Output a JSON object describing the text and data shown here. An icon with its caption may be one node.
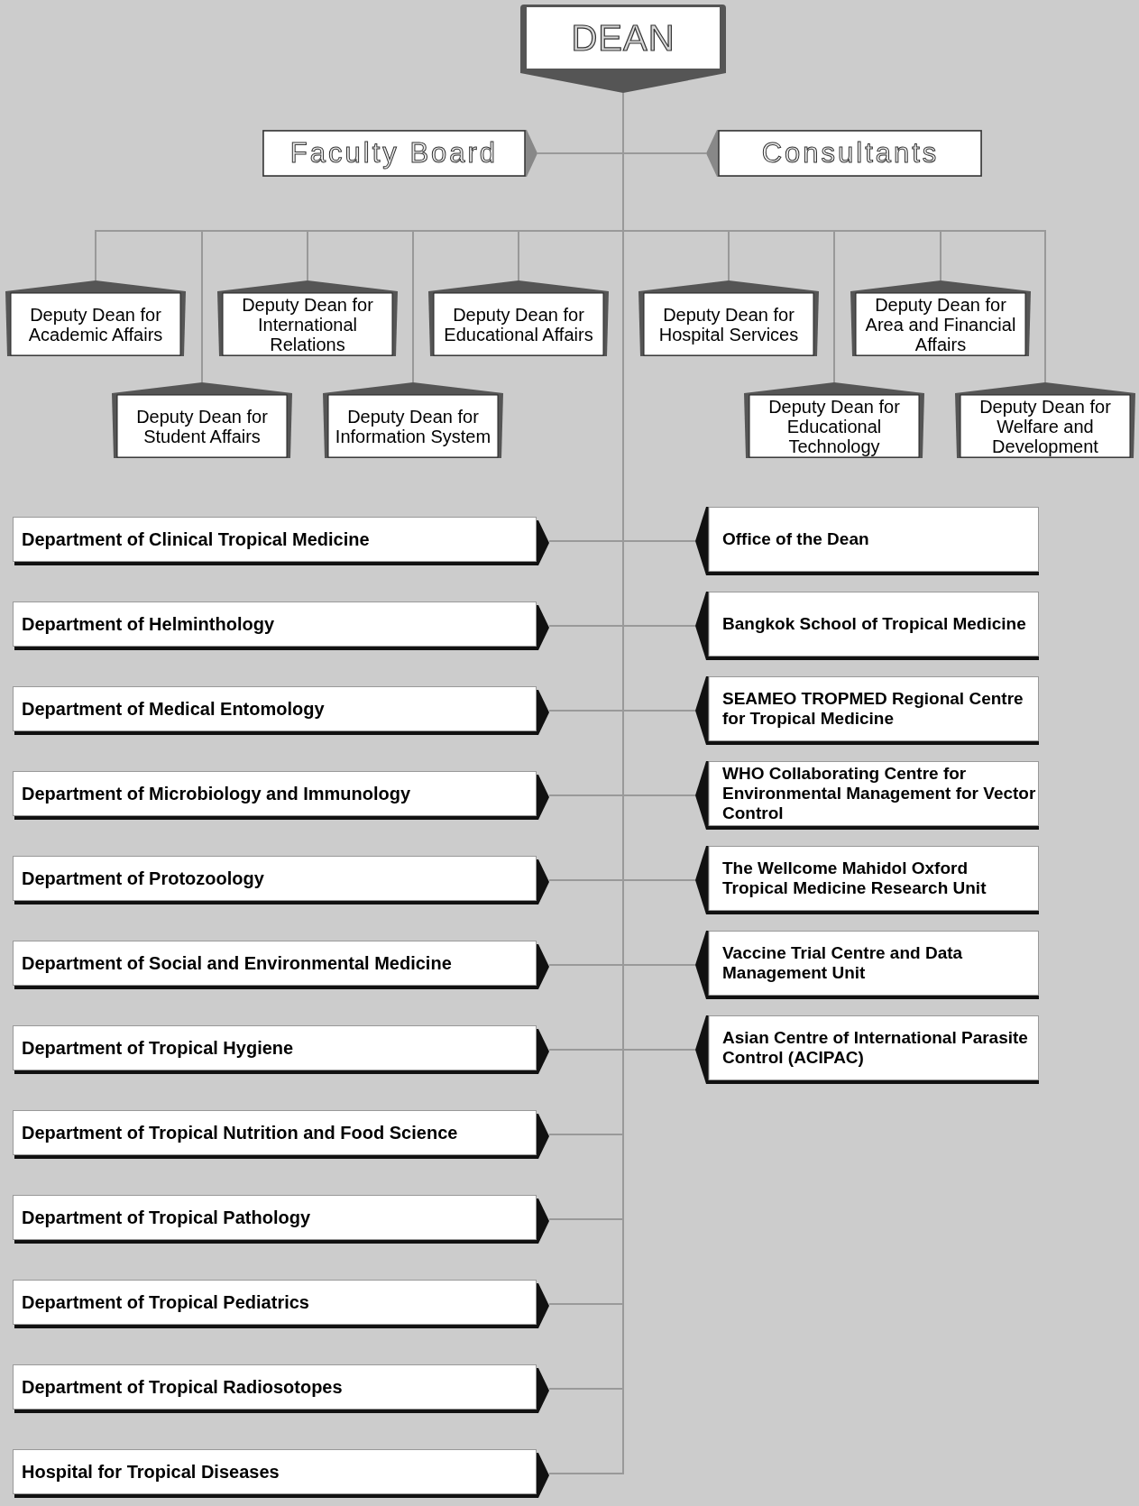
{
  "diagram": {
    "nodes": [
      {
        "text": [
          "DEAN"
        ]
      },
      {
        "text": [
          "Faculty Board"
        ]
      },
      {
        "text": [
          "Consultants"
        ]
      },
      {
        "text": [
          "Deputy Dean for Academic Affairs"
        ]
      },
      {
        "text": [
          "Deputy Dean for International Relations"
        ]
      },
      {
        "text": [
          "Deputy Dean for Educational Affairs"
        ]
      },
      {
        "text": [
          "Deputy Dean for Hospital Services"
        ]
      },
      {
        "text": [
          "Deputy Dean for Area and Financial Affairs"
        ]
      },
      {
        "text": [
          "Deputy Dean for Student Affairs"
        ]
      },
      {
        "text": [
          "Deputy Dean for Information System"
        ]
      },
      {
        "text": [
          "Deputy Dean for Educational Technology"
        ]
      },
      {
        "text": [
          "Deputy Dean for Welfare and Development"
        ]
      },
      {
        "text": [
          "Department of Clinical Tropical Medicine"
        ]
      },
      {
        "text": [
          "Department of Helminthology"
        ]
      },
      {
        "text": [
          "Department of Medical Entomology"
        ]
      },
      {
        "text": [
          "Department of Microbiology and Immunology"
        ]
      },
      {
        "text": [
          "Department of Protozoology"
        ]
      },
      {
        "text": [
          "Department of Social and Environmental Medicine"
        ]
      },
      {
        "text": [
          "Department of Tropical Hygiene"
        ]
      },
      {
        "text": [
          "Department of Tropical Nutrition and Food Science"
        ]
      },
      {
        "text": [
          "Department of Tropical Pathology"
        ]
      },
      {
        "text": [
          "Department of Tropical Pediatrics"
        ]
      },
      {
        "text": [
          "Department of Tropical Radiosotopes"
        ]
      },
      {
        "text": [
          "Hospital for Tropical Diseases"
        ]
      },
      {
        "text": [
          "Office of the Dean"
        ]
      },
      {
        "text": [
          "Bangkok School of Tropical Medicine"
        ]
      },
      {
        "text": [
          "SEAMEO TROPMED Regional Centre for Tropical Medicine"
        ]
      },
      {
        "text": [
          "WHO Collaborating Centre for Environmental Management for Vector Control"
        ]
      },
      {
        "text": [
          "The Wellcome Mahidol Oxford Tropical Medicine Research Unit"
        ]
      },
      {
        "text": [
          "Vaccine Trial Centre and Data Management Unit"
        ]
      },
      {
        "text": [
          "Asian Centre of International Parasite Control (ACIPAC)"
        ]
      }
    ],
    "edges": [
      {
        "from": 0,
        "to": 1,
        "arrow": "none"
      },
      {
        "from": 0,
        "to": 2,
        "arrow": "none"
      },
      {
        "from": 0,
        "to": 3,
        "arrow": "none"
      },
      {
        "from": 0,
        "to": 4,
        "arrow": "none"
      },
      {
        "from": 0,
        "to": 5,
        "arrow": "none"
      },
      {
        "from": 0,
        "to": 6,
        "arrow": "none"
      },
      {
        "from": 0,
        "to": 7,
        "arrow": "none"
      },
      {
        "from": 0,
        "to": 8,
        "arrow": "none"
      },
      {
        "from": 0,
        "to": 9,
        "arrow": "none"
      },
      {
        "from": 0,
        "to": 10,
        "arrow": "none"
      },
      {
        "from": 0,
        "to": 11,
        "arrow": "none"
      },
      {
        "from": 0,
        "to": 12,
        "arrow": "none"
      },
      {
        "from": 0,
        "to": 13,
        "arrow": "none"
      },
      {
        "from": 0,
        "to": 14,
        "arrow": "none"
      },
      {
        "from": 0,
        "to": 15,
        "arrow": "none"
      },
      {
        "from": 0,
        "to": 16,
        "arrow": "none"
      },
      {
        "from": 0,
        "to": 17,
        "arrow": "none"
      },
      {
        "from": 0,
        "to": 18,
        "arrow": "none"
      },
      {
        "from": 0,
        "to": 19,
        "arrow": "none"
      },
      {
        "from": 0,
        "to": 20,
        "arrow": "none"
      },
      {
        "from": 0,
        "to": 21,
        "arrow": "none"
      },
      {
        "from": 0,
        "to": 22,
        "arrow": "none"
      },
      {
        "from": 0,
        "to": 23,
        "arrow": "none"
      },
      {
        "from": 0,
        "to": 24,
        "arrow": "none"
      },
      {
        "from": 0,
        "to": 25,
        "arrow": "none"
      },
      {
        "from": 0,
        "to": 26,
        "arrow": "none"
      },
      {
        "from": 0,
        "to": 27,
        "arrow": "none"
      },
      {
        "from": 0,
        "to": 28,
        "arrow": "none"
      },
      {
        "from": 0,
        "to": 29,
        "arrow": "none"
      },
      {
        "from": 0,
        "to": 30,
        "arrow": "none"
      }
    ]
  }
}
